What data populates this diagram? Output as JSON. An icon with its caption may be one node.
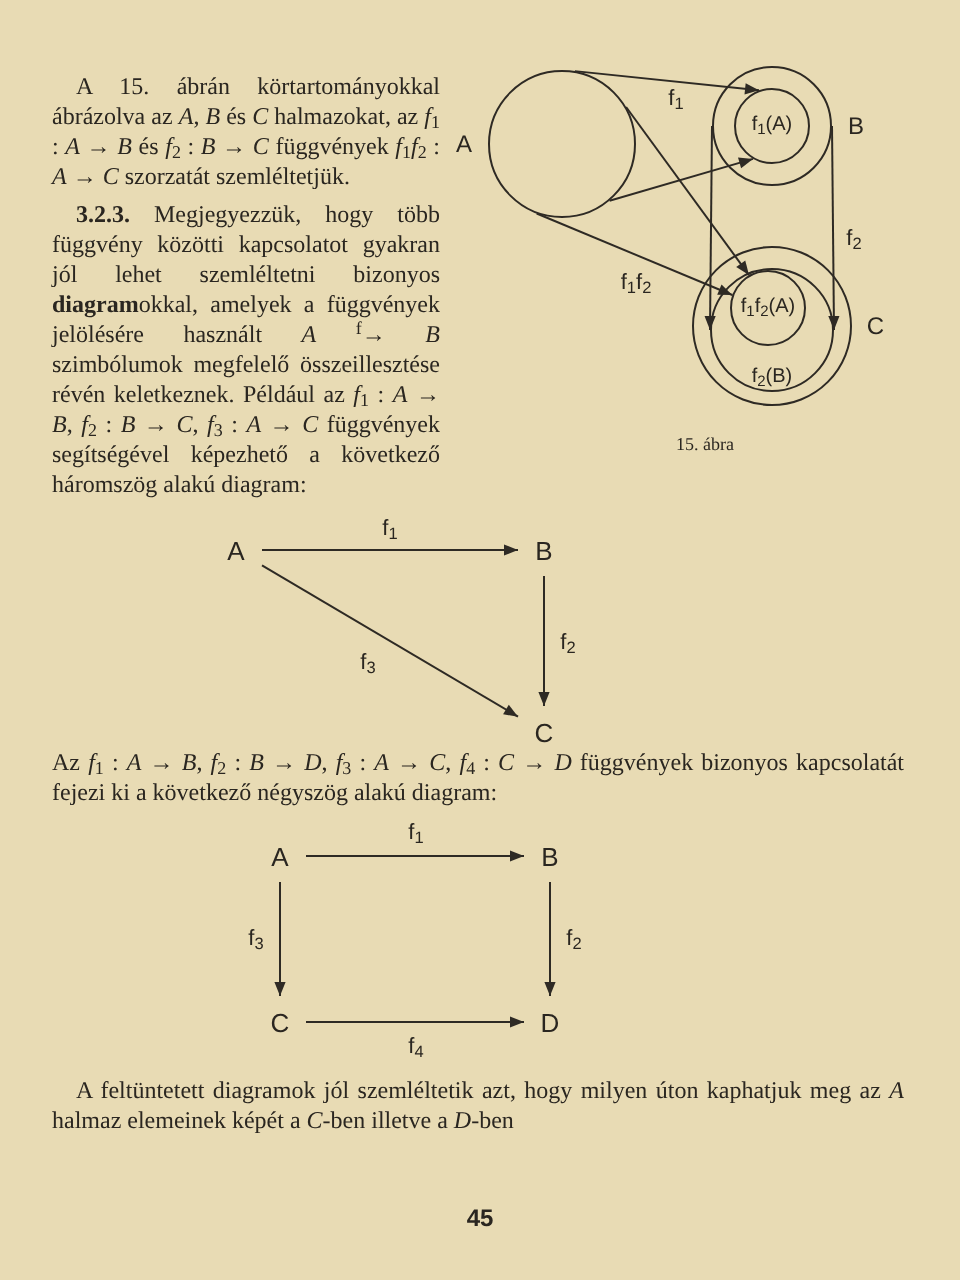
{
  "diagram": {
    "caption": "15. ábra",
    "nodes": [
      {
        "text": [
          "A"
        ]
      },
      {
        "text": [
          "B"
        ]
      },
      {
        "text": [
          "f$_{1}$(A)"
        ],
        "in": 1
      },
      {
        "text": [
          "C"
        ]
      },
      {
        "text": [
          "f$_{2}$(B)"
        ],
        "in": 3
      },
      {
        "text": [
          "f$_{1}$f$_{2}$(A)"
        ],
        "in": 4
      },
      {
        "text": [
          "A"
        ]
      },
      {
        "text": [
          "B"
        ]
      },
      {
        "text": [
          "C"
        ]
      },
      {
        "text": [
          "A"
        ]
      },
      {
        "text": [
          "B"
        ]
      },
      {
        "text": [
          "C"
        ]
      },
      {
        "text": [
          "D"
        ]
      }
    ],
    "edges": [
      {
        "from": 0,
        "to": 2,
        "arrow": "to",
        "label": "f$_{1}$"
      },
      {
        "from": 0,
        "to": 2,
        "arrow": "to"
      },
      {
        "from": 1,
        "to": 4,
        "arrow": "to",
        "label": "f$_{2}$"
      },
      {
        "from": 1,
        "to": 4,
        "arrow": "to"
      },
      {
        "from": 0,
        "to": 5,
        "arrow": "to",
        "label": "f$_{1}$f$_{2}$"
      },
      {
        "from": 0,
        "to": 5,
        "arrow": "to"
      },
      {
        "from": 6,
        "to": 7,
        "arrow": "to",
        "label": "f$_{1}$"
      },
      {
        "from": 7,
        "to": 8,
        "arrow": "to",
        "label": "f$_{2}$"
      },
      {
        "from": 6,
        "to": 8,
        "arrow": "to",
        "label": "f$_{3}$"
      },
      {
        "from": 9,
        "to": 10,
        "arrow": "to",
        "label": "f$_{1}$"
      },
      {
        "from": 10,
        "to": 12,
        "arrow": "to",
        "label": "f$_{2}$"
      },
      {
        "from": 9,
        "to": 11,
        "arrow": "to",
        "label": "f$_{3}$"
      },
      {
        "from": 11,
        "to": 12,
        "arrow": "to",
        "label": "f$_{4}$"
      }
    ],
    "labels": [
      "A 15. ábrán körtartományokkal ábrázolva az *A*, *B* és *C* halmazokat, az *f*$_{1}$ : *A* → *B* és *f*$_{2}$ : *B* → *C* függvények *f*$_{1}$*f*$_{2}$ : *A* → *C* szorzatát szemléltetjük.",
      "**3.2.3.** Megjegyezzük, hogy több függvény közötti kapcsolatot gyakran jól lehet szemléltetni bizonyos **diagram**okkal, amelyek a függvények jelölésére használt *A* $^{f}$→ *B* szimbólumok megfelelő összeillesztése révén keletkeznek. Például az *f*$_{1}$ : *A* → *B*, *f*$_{2}$ : *B* → *C*, *f*$_{3}$ : *A* → *C* függvények segítségével képezhető a következő háromszög alakú diagram:",
      "Az *f*$_{1}$ : *A* → *B*, *f*$_{2}$ : *B* → *D*, *f*$_{3}$ : *A* → *C*, *f*$_{4}$ : *C* → *D* függvények bizonyos kapcsolatát fejezi ki a következő négyszög alakú diagram:",
      "A feltüntetett diagramok jól szemléltetik azt, hogy milyen úton kaphatjuk meg az *A* halmaz elemeinek képét a *C*-ben illetve a *D*-ben",
      "45"
    ]
  }
}
